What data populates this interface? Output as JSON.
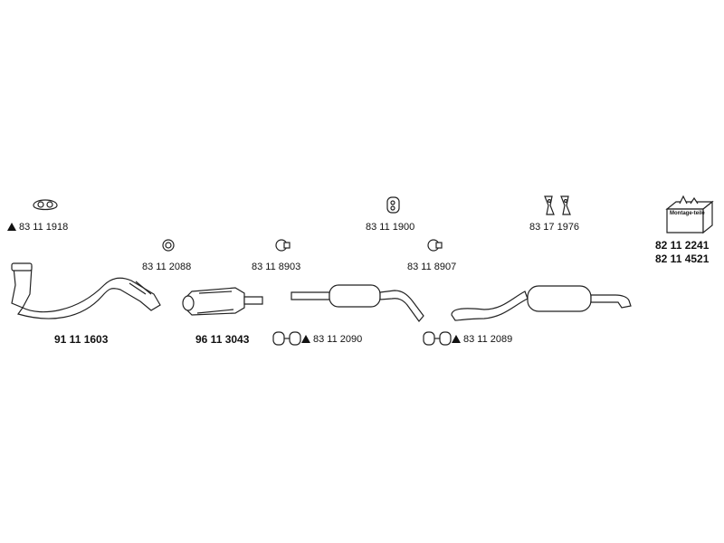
{
  "parts": {
    "gasket_top_left": "83 11 1918",
    "ring_gasket": "83 11 2088",
    "clamp_left": "83 11 8903",
    "rubber_mount_center": "83 11 1900",
    "clamp_right": "83 11 8907",
    "rubber_mounts_pair": "83 17 1976",
    "mounting_kit_1": "82 11 2241",
    "mounting_kit_2": "82 11 4521",
    "front_pipe": "91 11 1603",
    "catalytic_converter": "96 11 3043",
    "middle_silencer_clamp": "83 11 2090",
    "rear_silencer_clamp": "83 11 2089"
  },
  "kit_box_label": "Montage-teile",
  "icons": {
    "marker": "triangle-marker-icon"
  }
}
